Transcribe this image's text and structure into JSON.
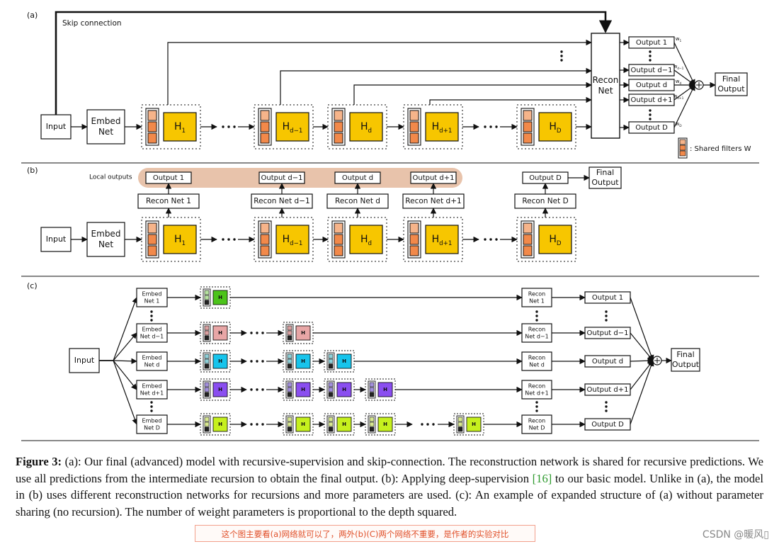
{
  "panels": {
    "a": {
      "label": "(a)",
      "skip_label": "Skip connection",
      "input": "Input",
      "embed": [
        "Embed",
        "Net"
      ],
      "stages": [
        "H1",
        "Hd−1",
        "Hd",
        "Hd+1",
        "HD"
      ],
      "recon": [
        "Recon",
        "Net"
      ],
      "outputs": [
        "Output 1",
        "Output d−1",
        "Output d",
        "Output d+1",
        "Output D"
      ],
      "weights": [
        "w1",
        "wd−1",
        "wd",
        "wd+1",
        "wD"
      ],
      "final": [
        "Final",
        "Output"
      ],
      "legend": ": Shared filters W"
    },
    "b": {
      "label": "(b)",
      "local_outputs": "Local outputs",
      "input": "Input",
      "embed": [
        "Embed",
        "Net"
      ],
      "stages": [
        "H1",
        "Hd−1",
        "Hd",
        "Hd+1",
        "HD"
      ],
      "recon_nets": [
        "Recon Net 1",
        "Recon Net d−1",
        "Recon Net d",
        "Recon Net d+1",
        "Recon Net D"
      ],
      "outputs": [
        "Output 1",
        "Output d−1",
        "Output d",
        "Output d+1",
        "Output D"
      ],
      "final": [
        "Final",
        "Output"
      ]
    },
    "c": {
      "label": "(c)",
      "input": "Input",
      "embed_nets": [
        [
          "Embed",
          "Net 1"
        ],
        [
          "Embed",
          "Net d−1"
        ],
        [
          "Embed",
          "Net d"
        ],
        [
          "Embed",
          "Net d+1"
        ],
        [
          "Embed",
          "Net D"
        ]
      ],
      "recon_nets": [
        [
          "Recon",
          "Net 1"
        ],
        [
          "Recon",
          "Net d−1"
        ],
        [
          "Recon",
          "Net d"
        ],
        [
          "Recon",
          "Net d+1"
        ],
        [
          "Recon",
          "Net D"
        ]
      ],
      "outputs": [
        "Output 1",
        "Output d−1",
        "Output d",
        "Output d+1",
        "Output D"
      ],
      "final": [
        "Final",
        "Output"
      ],
      "row_colors": [
        "#4cc41a",
        "#e8a6a6",
        "#17c4ec",
        "#8a4ef0",
        "#c6f01e"
      ]
    },
    "colors": {
      "stage_fill": "#f7c600",
      "filter_fill": "#f2894a",
      "filter_light": "#f6b48a",
      "local_band": "#e8c3ab"
    }
  },
  "caption": {
    "label": "Figure 3:",
    "part1": " (a): Our final (advanced) model with recursive-supervision and skip-connection. The reconstruction network is shared for recursive predictions. We use all predictions from the intermediate recursion to obtain the final output. (b): Applying deep-supervision ",
    "ref": "[16]",
    "part2": " to our basic model. Unlike in (a), the model in (b) uses different reconstruction networks for recursions and more parameters are used. (c): An example of expanded structure of (a) without parameter sharing (no recursion). The number of weight parameters is proportional to the depth squared."
  },
  "note": "这个图主要看(a)网络就可以了，两外(b)(C)两个网络不重要，是作者的实验对比",
  "watermark": "CSDN @暖风▯"
}
